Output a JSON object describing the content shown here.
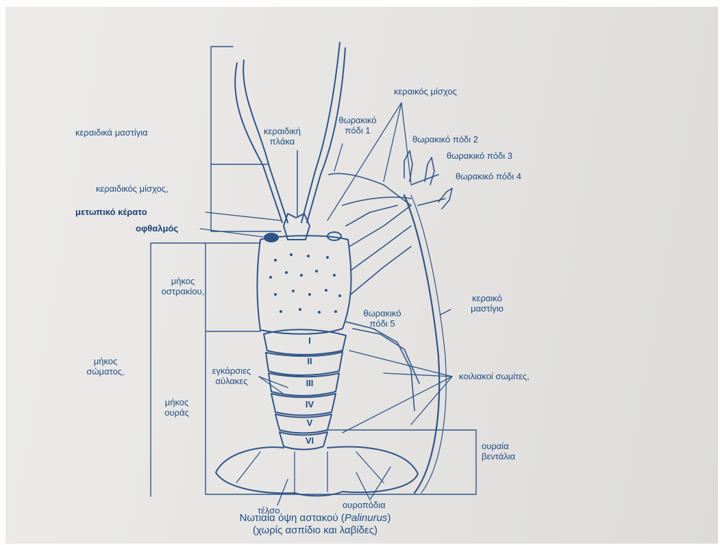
{
  "labels": {
    "antenna_flagella": "κεραιδικά μαστίγια",
    "antennule_plate": "κεραιδική πλάκα",
    "antenna_base": "κεραικός μίσχος",
    "thoracic_leg_1": "θωρακικό πόδι 1",
    "thoracic_leg_2": "θωρακικό πόδι 2",
    "thoracic_leg_3": "θωρακικό πόδι 3",
    "thoracic_leg_4": "θωρακικό πόδι 4",
    "antennule_base": "κεραιδικός μίσχος,",
    "rostrum": "μετωπικό κέρατο",
    "eye": "οφθαλμός",
    "carapace_length": "μήκος οστρακίου,",
    "antenna_flagellum": "κεραικό μαστίγιο",
    "thoracic_leg_5": "θωρακικό πόδι 5",
    "body_length": "μήκος σώματος,",
    "transverse_grooves": "εγκάρσιες αύλακες",
    "abdominal_segments": "κοιλιακοί σωμίτες,",
    "tail_length": "μήκος ουράς",
    "tail_fan": "ουραία βεντάλια",
    "telson": "τέλσο",
    "uropods": "ουροπόδια"
  },
  "segments": [
    "I",
    "II",
    "III",
    "IV",
    "V",
    "VI"
  ],
  "caption": {
    "line1_prefix": "Νωτιαία όψη αστακού (",
    "line1_genus": "Palinurus",
    "line1_suffix": ")",
    "line2": "(χωρίς ασπίδιο και λαβίδες)"
  }
}
